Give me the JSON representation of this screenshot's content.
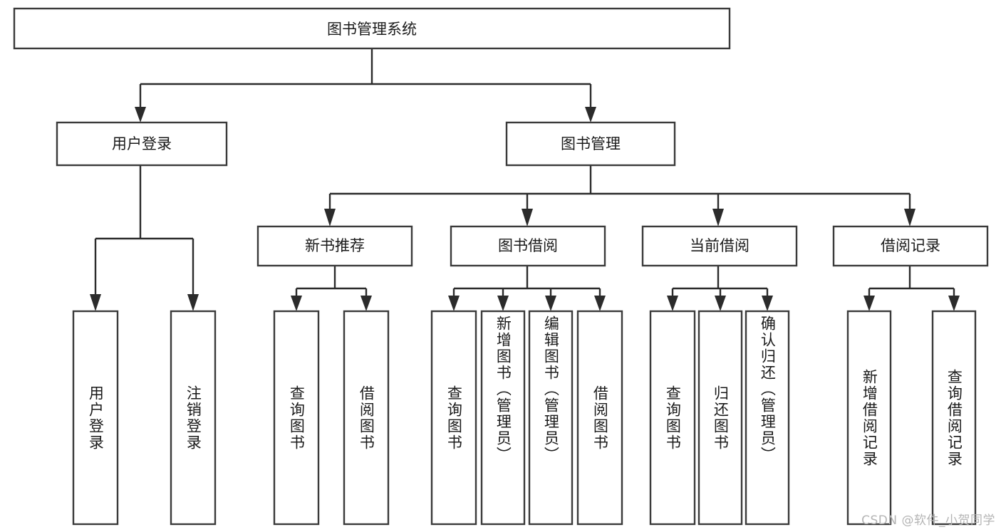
{
  "diagram": {
    "title": "图书管理系统",
    "type": "tree-hierarchy",
    "colors": {
      "box_stroke": "#3a3a3a",
      "connector": "#2b2b2b",
      "box_fill": "#ffffff",
      "background": "#ffffff",
      "text": "#1a1a1a",
      "watermark": "#b4b4b4"
    }
  },
  "root": {
    "label": "图书管理系统"
  },
  "level1": [
    {
      "label": "用户登录"
    },
    {
      "label": "图书管理"
    }
  ],
  "level2": [
    {
      "label": "新书推荐"
    },
    {
      "label": "图书借阅"
    },
    {
      "label": "当前借阅"
    },
    {
      "label": "借阅记录"
    }
  ],
  "leaves": {
    "user_login": [
      {
        "label": "用户登录"
      },
      {
        "label": "注销登录"
      }
    ],
    "new_book_recommend": [
      {
        "label": "查询图书"
      },
      {
        "label": "借阅图书"
      }
    ],
    "book_borrow": [
      {
        "label": "查询图书"
      },
      {
        "label": "新增图书（管理员）"
      },
      {
        "label": "编辑图书（管理员）"
      },
      {
        "label": "借阅图书"
      }
    ],
    "current_borrow": [
      {
        "label": "查询图书"
      },
      {
        "label": "归还图书"
      },
      {
        "label": "确认归还（管理员）"
      }
    ],
    "borrow_record": [
      {
        "label": "新增借阅记录"
      },
      {
        "label": "查询借阅记录"
      }
    ]
  },
  "watermark": {
    "text": "CSDN @软件_小贺同学"
  }
}
